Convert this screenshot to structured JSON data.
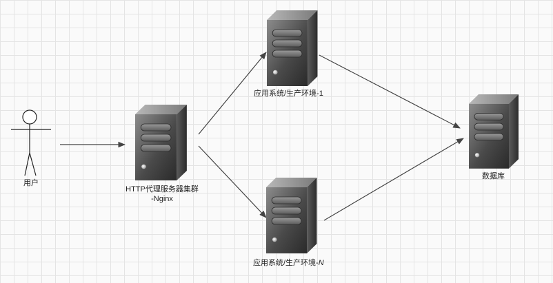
{
  "nodes": {
    "user": {
      "label": "用户"
    },
    "proxy": {
      "label_line1": "HTTP代理服务器集群",
      "label_line2": "-Nginx"
    },
    "app1": {
      "label": "应用系统/生产环境-1"
    },
    "appN": {
      "label_prefix": "应用系统/生产环境-",
      "label_suffix": "N"
    },
    "db": {
      "label": "数据库"
    }
  },
  "edges": [
    {
      "from": "user",
      "to": "proxy"
    },
    {
      "from": "proxy",
      "to": "app1"
    },
    {
      "from": "proxy",
      "to": "appN"
    },
    {
      "from": "app1",
      "to": "db"
    },
    {
      "from": "appN",
      "to": "db"
    }
  ],
  "colors": {
    "server_dark": "#3a3a3a",
    "server_light": "#8c8c8c",
    "edge": "#444444",
    "grid": "#e4e4e4"
  }
}
